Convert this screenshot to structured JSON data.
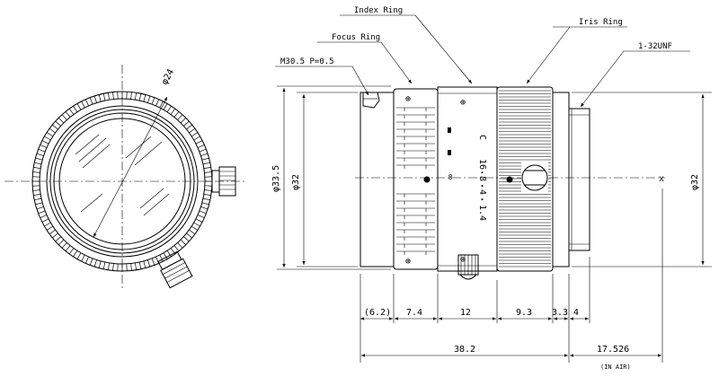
{
  "callouts": {
    "index_ring": "Index Ring",
    "iris_ring": "Iris Ring",
    "focus_ring": "Focus Ring",
    "thread_spec": "M30.5 P=0.5",
    "mount_thread": "1-32UNF"
  },
  "diameters": {
    "front_glass": "φ24",
    "outer": "φ33.5",
    "body": "φ32",
    "rear": "φ32"
  },
  "ring_marks": {
    "mount_letter": "C",
    "scale_top": "16",
    "scale_mid": "8",
    "scale_low": "4",
    "scale_bottom": "1.4",
    "infinity": "∞"
  },
  "lengths": {
    "seg1": "(6.2)",
    "seg2": "7.4",
    "seg3": "12",
    "seg4": "9.3",
    "seg5": "3.3",
    "seg6": "4",
    "total": "38.2",
    "flange_back": "17.526",
    "note": "(IN AIR)"
  },
  "colors": {
    "line": "#000000",
    "background": "#ffffff"
  }
}
